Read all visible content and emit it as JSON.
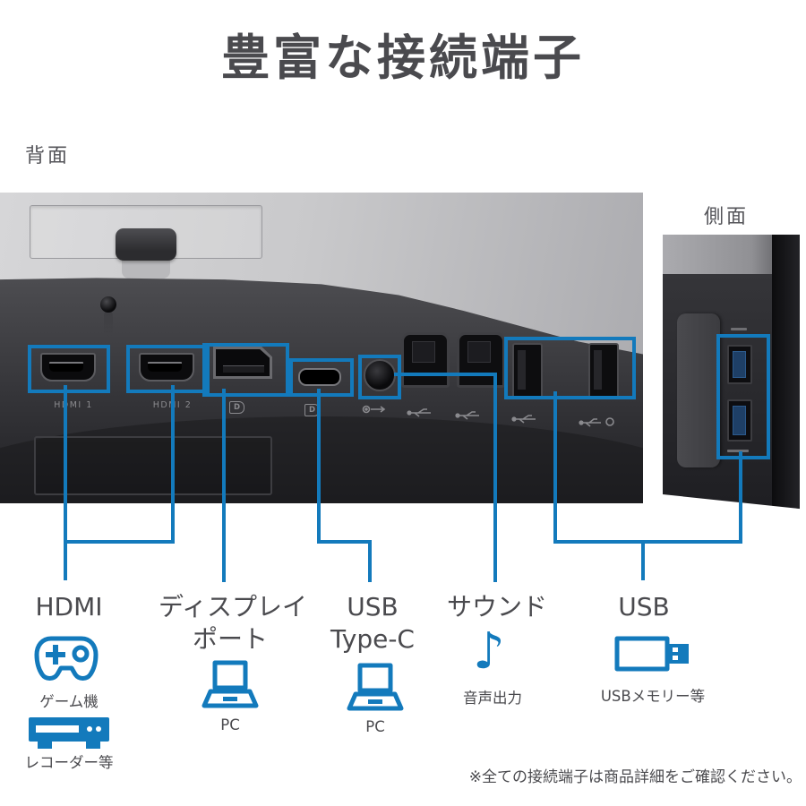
{
  "title": "豊富な接続端子",
  "view_labels": {
    "rear": "背面",
    "side": "側面"
  },
  "colors": {
    "accent": "#137abc",
    "text": "#4a4a4e"
  },
  "engravings": {
    "hdmi1": "HDMI 1",
    "hdmi2": "HDMI 2",
    "dp_logo": "D"
  },
  "callouts": {
    "hdmi": {
      "label": "HDMI",
      "devices": [
        "ゲーム機",
        "レコーダー等"
      ]
    },
    "displayport": {
      "label1": "ディスプレイ",
      "label2": "ポート",
      "device": "PC"
    },
    "usb_type_c": {
      "label1": "USB",
      "label2": "Type-C",
      "device": "PC"
    },
    "sound": {
      "label": "サウンド",
      "device": "音声出力"
    },
    "usb": {
      "label": "USB",
      "device": "USBメモリー等"
    }
  },
  "footnote": "※全ての接続端子は商品詳細をご確認ください。"
}
